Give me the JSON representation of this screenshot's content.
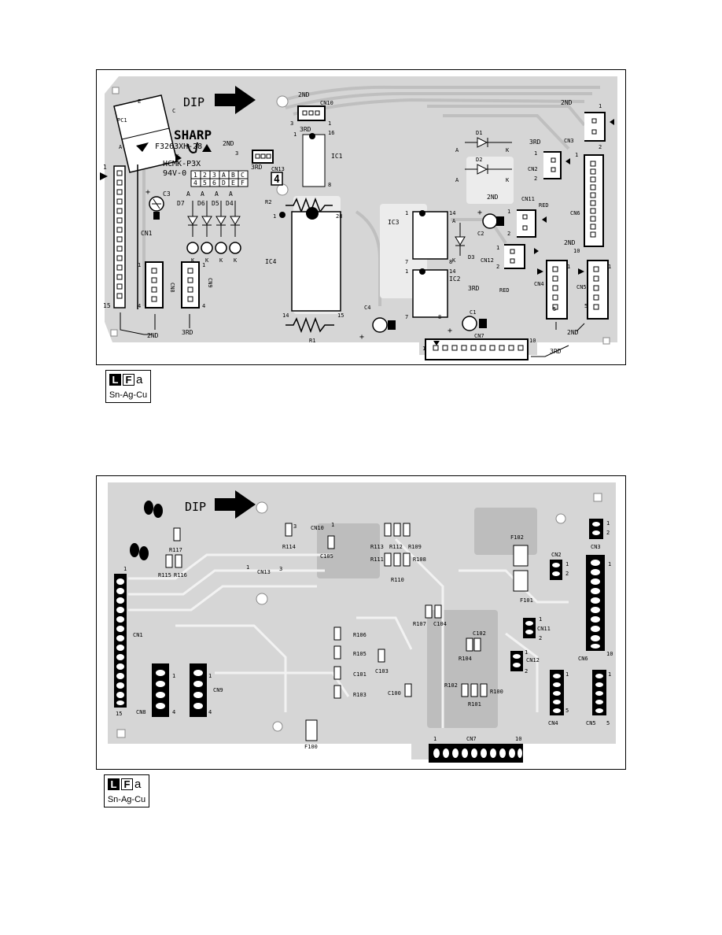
{
  "top_board": {
    "arrow_label": "DIP",
    "brand": "SHARP",
    "part_number": "F3263XH-28",
    "board_code": "HCMK-P3X",
    "rating": "94V-0",
    "grid": [
      "1",
      "2",
      "3",
      "A",
      "B",
      "C",
      "4",
      "5",
      "6",
      "D",
      "E",
      "F"
    ],
    "digit": "4",
    "labels": {
      "pc1": "PC1",
      "c3": "C3",
      "cn1": "CN1",
      "cn8": "CN8",
      "cn9": "CN9",
      "ic4": "IC4",
      "ic1": "IC1",
      "ic3": "IC3",
      "ic2": "IC2",
      "r1": "R1",
      "r2": "R2",
      "c4": "C4",
      "c1": "C1",
      "c2": "C2",
      "cn7": "CN7",
      "cn10": "CN10",
      "cn13": "CN13",
      "cn2": "CN2",
      "cn3": "CN3",
      "cn4": "CN4",
      "cn5": "CN5",
      "cn6": "CN6",
      "cn11": "CN11",
      "cn12": "CN12",
      "d1": "D1",
      "d2": "D2",
      "d3": "D3",
      "d4": "D4",
      "d5": "D5",
      "d6": "D6",
      "d7": "D7",
      "second": "2ND",
      "third": "3RD",
      "red": "RED",
      "a": "A",
      "k": "K",
      "c": "C",
      "e": "E",
      "plus": "+",
      "n1": "1",
      "n2": "2",
      "n3": "3",
      "n4": "4",
      "n5": "5",
      "n7": "7",
      "n8": "8",
      "n10": "10",
      "n14": "14",
      "n15": "15",
      "n16": "16",
      "n28": "28"
    }
  },
  "bottom_board": {
    "arrow_label": "DIP",
    "labels": {
      "r117": "R117",
      "r115": "R115",
      "r116": "R116",
      "r114": "R114",
      "cn13": "CN13",
      "cn10": "CN10",
      "c105": "C105",
      "r113": "R113",
      "r112": "R112",
      "r109": "R109",
      "r111": "R111",
      "r108": "R108",
      "r110": "R110",
      "f102": "F102",
      "f101": "F101",
      "cn1": "CN1",
      "cn2": "CN2",
      "cn3": "CN3",
      "r107": "R107",
      "c104": "C104",
      "cn11": "CN11",
      "r106": "R106",
      "r105": "R105",
      "c102": "C102",
      "r104": "R104",
      "cn12": "CN12",
      "cn6": "CN6",
      "c103": "C103",
      "c101": "C101",
      "r103": "R103",
      "c100": "C100",
      "r102": "R102",
      "r101": "R101",
      "r100": "R100",
      "cn8": "CN8",
      "cn9": "CN9",
      "cn4": "CN4",
      "cn5": "CN5",
      "f100": "F100",
      "cn7": "CN7",
      "n1": "1",
      "n2": "2",
      "n3": "3",
      "n4": "4",
      "n5": "5",
      "n10": "10",
      "n15": "15"
    }
  },
  "lead_free_badge": {
    "l": "L",
    "f": "F",
    "a": "a",
    "alloy": "Sn-Ag-Cu"
  }
}
